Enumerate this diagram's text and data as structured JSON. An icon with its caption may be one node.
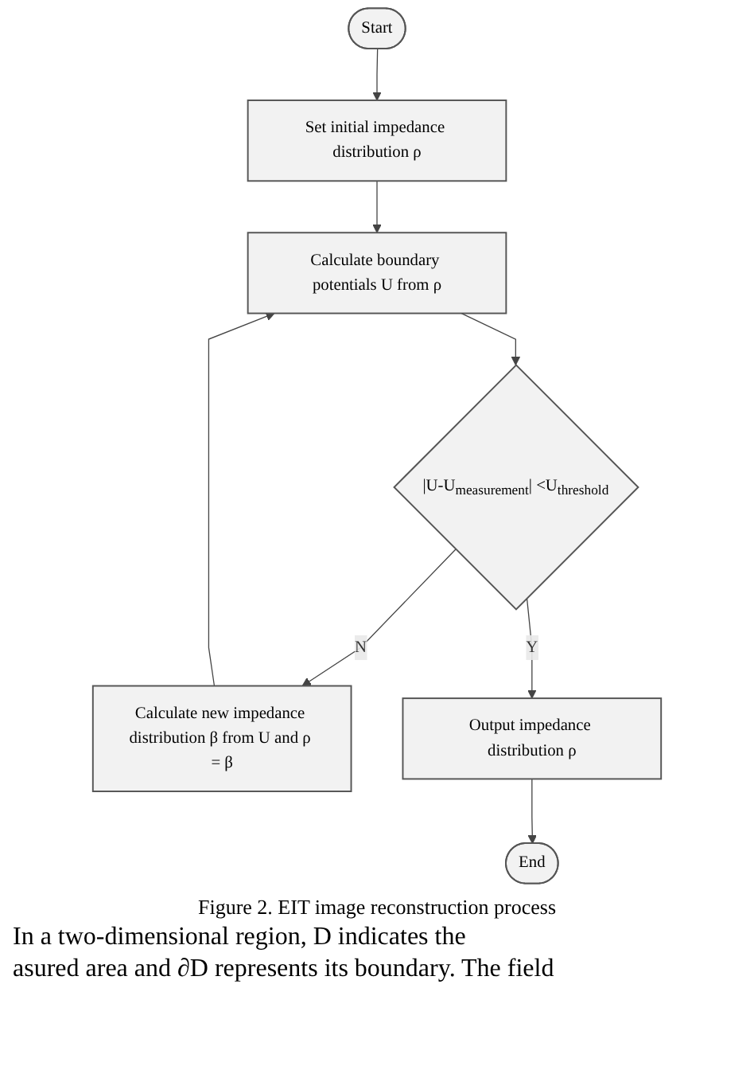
{
  "diagram": {
    "caption": "Figure 2. EIT image reconstruction process",
    "nodes": [
      {
        "text": [
          "Start"
        ]
      },
      {
        "text": [
          "Set initial impedance distribution ρ"
        ]
      },
      {
        "text": [
          "Calculate boundary potentials U from ρ"
        ]
      },
      {
        "text": [
          "Calculate new impedance distribution β from U and ρ = β"
        ]
      },
      {
        "text": [
          "|U-U$_{measurement}$| <U$_{threshold}$"
        ]
      },
      {
        "text": [
          "Output impedance distribution ρ"
        ]
      },
      {
        "text": [
          "End"
        ]
      }
    ],
    "edges": [
      {
        "from": 0,
        "to": 1,
        "arrow": "to"
      },
      {
        "from": 1,
        "to": 2,
        "arrow": "to"
      },
      {
        "from": 2,
        "to": 4,
        "arrow": "to"
      },
      {
        "from": 4,
        "to": 3,
        "label": "N",
        "arrow": "to"
      },
      {
        "from": 3,
        "to": 2,
        "arrow": "to"
      },
      {
        "from": 4,
        "to": 5,
        "label": "Y",
        "arrow": "to"
      },
      {
        "from": 5,
        "to": 6,
        "arrow": "to"
      }
    ],
    "labels": [
      "In a two-dimensional region, D indicates the",
      "asured area and ∂D represents its boundary. The field"
    ]
  }
}
